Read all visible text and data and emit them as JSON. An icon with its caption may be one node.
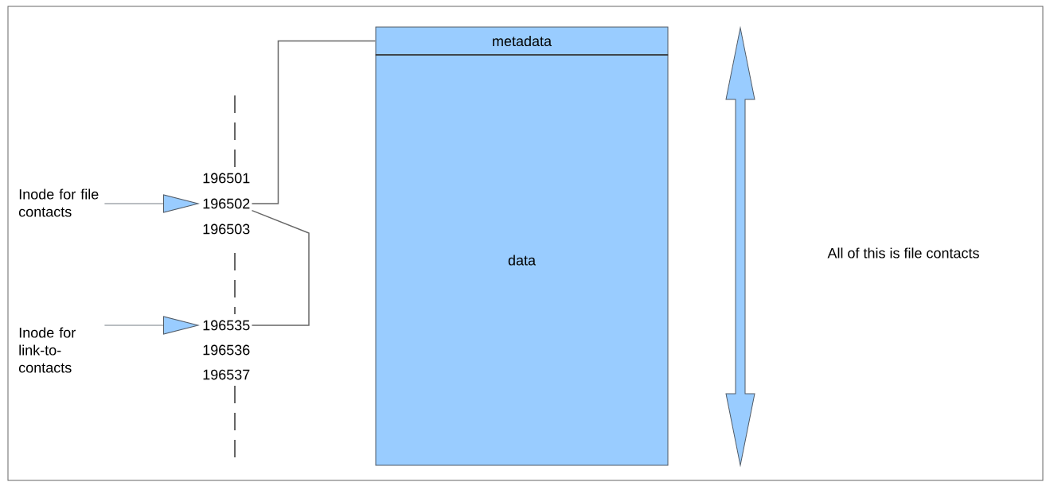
{
  "diagram": {
    "nodes": [
      {
        "text": [
          "Inode for file contacts"
        ]
      },
      {
        "text": [
          "Inode for link-to-contacts"
        ]
      },
      {
        "text": [
          "196501"
        ]
      },
      {
        "text": [
          "196502"
        ]
      },
      {
        "text": [
          "196503"
        ]
      },
      {
        "text": [
          "196535"
        ]
      },
      {
        "text": [
          "196536"
        ]
      },
      {
        "text": [
          "196537"
        ]
      },
      {
        "text": [
          "metadata"
        ]
      },
      {
        "text": [
          "data"
        ]
      }
    ],
    "edges": [
      {
        "from": 0,
        "to": 3,
        "arrow": "to"
      },
      {
        "from": 1,
        "to": 5,
        "arrow": "to"
      },
      {
        "from": 3,
        "to": 8,
        "arrow": "none"
      },
      {
        "from": 5,
        "to": 3,
        "arrow": "none"
      }
    ],
    "labels": [
      "All of this is file contacts"
    ]
  }
}
